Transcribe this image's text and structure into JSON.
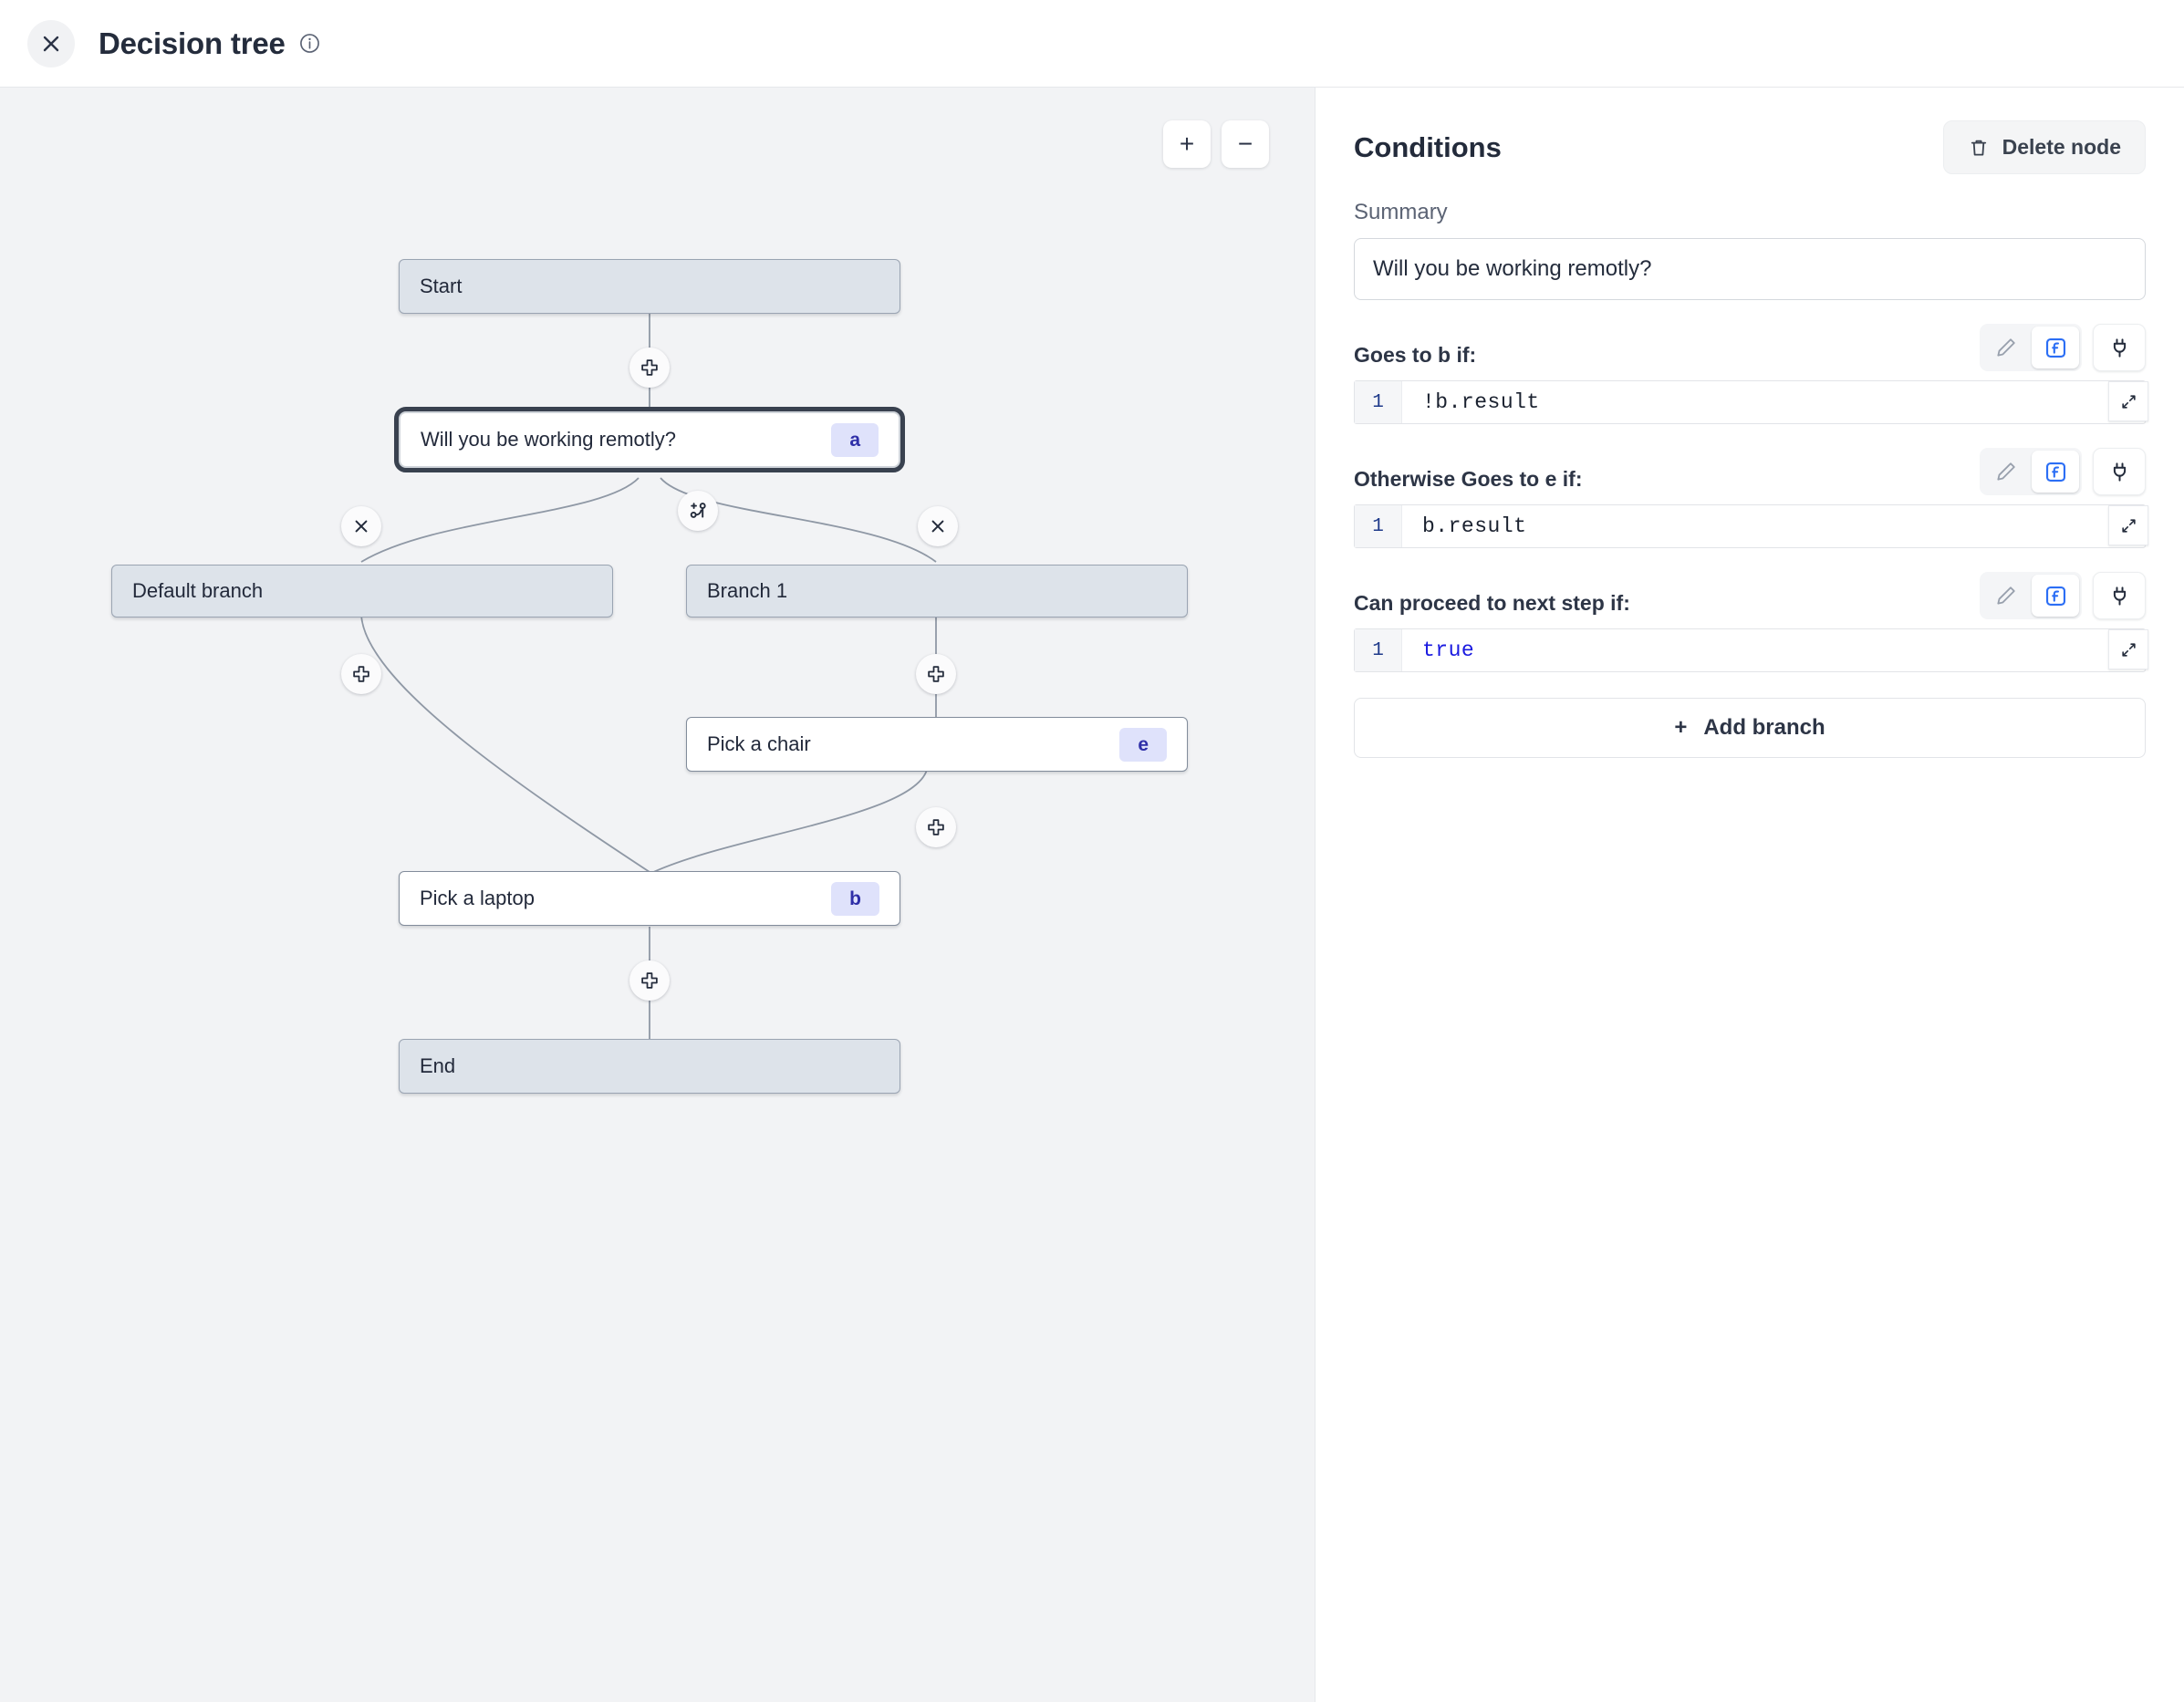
{
  "header": {
    "title": "Decision tree",
    "close_icon": "close-icon",
    "info_icon": "info-icon"
  },
  "canvas": {
    "zoom_in_label": "+",
    "zoom_out_label": "−",
    "nodes": [
      {
        "id": "start",
        "label": "Start",
        "type": "terminal"
      },
      {
        "id": "a",
        "label": "Will you be working remotly?",
        "type": "step",
        "badge": "a",
        "selected": true
      },
      {
        "id": "def",
        "label": "Default branch",
        "type": "branch"
      },
      {
        "id": "br1",
        "label": "Branch 1",
        "type": "branch"
      },
      {
        "id": "e",
        "label": "Pick a chair",
        "type": "step",
        "badge": "e"
      },
      {
        "id": "b",
        "label": "Pick a laptop",
        "type": "step",
        "badge": "b"
      },
      {
        "id": "end",
        "label": "End",
        "type": "terminal"
      }
    ]
  },
  "panel": {
    "title": "Conditions",
    "delete_node_label": "Delete node",
    "summary_label": "Summary",
    "summary_value": "Will you be working remotly?",
    "conditions": [
      {
        "label": "Goes to b if:",
        "line_no": "1",
        "code": "!b.result",
        "keyword": false
      },
      {
        "label": "Otherwise Goes to e if:",
        "line_no": "1",
        "code": "b.result",
        "keyword": false
      },
      {
        "label": "Can proceed to next step if:",
        "line_no": "1",
        "code": "true",
        "keyword": true
      }
    ],
    "add_branch_label": "Add branch",
    "add_branch_plus": "+"
  },
  "colors": {
    "accent_blue": "#2b6ef5",
    "badge_bg": "#dfe2fb",
    "badge_fg": "#2f2fa8",
    "node_terminal_bg": "#dde3ea",
    "canvas_bg": "#f2f3f5",
    "selected_outline": "#39414f"
  }
}
